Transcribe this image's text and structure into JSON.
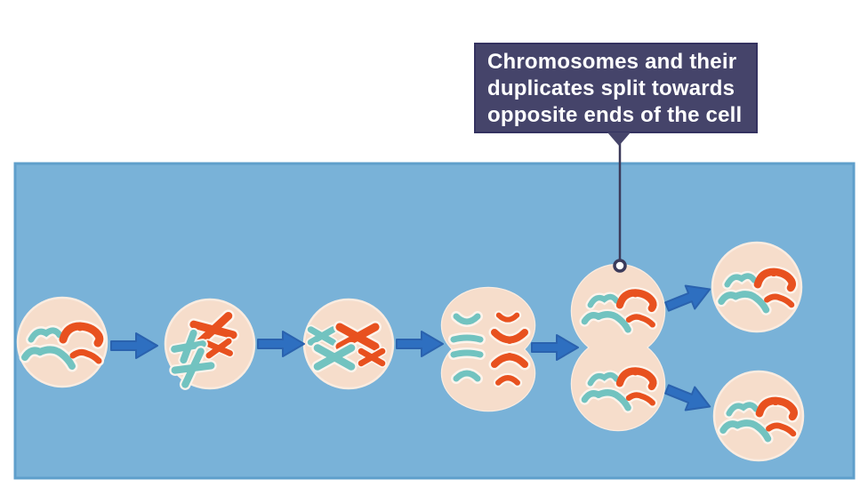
{
  "callout": {
    "lines": [
      "Chromosomes and their",
      "duplicates split towards",
      "opposite ends of the cell"
    ],
    "box_color": "#45446a",
    "text_color": "#ffffff",
    "connector_color": "#3b3a5a"
  },
  "palette": {
    "panel_blue": "#79b2d8",
    "panel_border": "#5f9fcb",
    "cell_fill": "#f6ddcb",
    "chromosome_teal": "#72c3c0",
    "chromosome_orange": "#e8511f",
    "arrow_blue": "#2e6fc0"
  },
  "diagram": {
    "stage_count": 6,
    "stages": [
      {
        "id": "stage-1",
        "depicts": "round cell with 2 teal and 2 orange loose chromosomes"
      },
      {
        "id": "stage-2",
        "depicts": "round cell with duplicated X-shaped chromosomes scattered"
      },
      {
        "id": "stage-3",
        "depicts": "round cell with X-shaped chromosomes aligned at centre"
      },
      {
        "id": "stage-4",
        "depicts": "elongated cell with chromatids separating into two groups"
      },
      {
        "id": "stage-5",
        "depicts": "pinched peanut-shaped cell, one chromosome set per lobe"
      },
      {
        "id": "stage-6",
        "depicts": "two daughter cells each with 2 teal and 2 orange chromosomes"
      }
    ],
    "arrow_count": 6
  }
}
